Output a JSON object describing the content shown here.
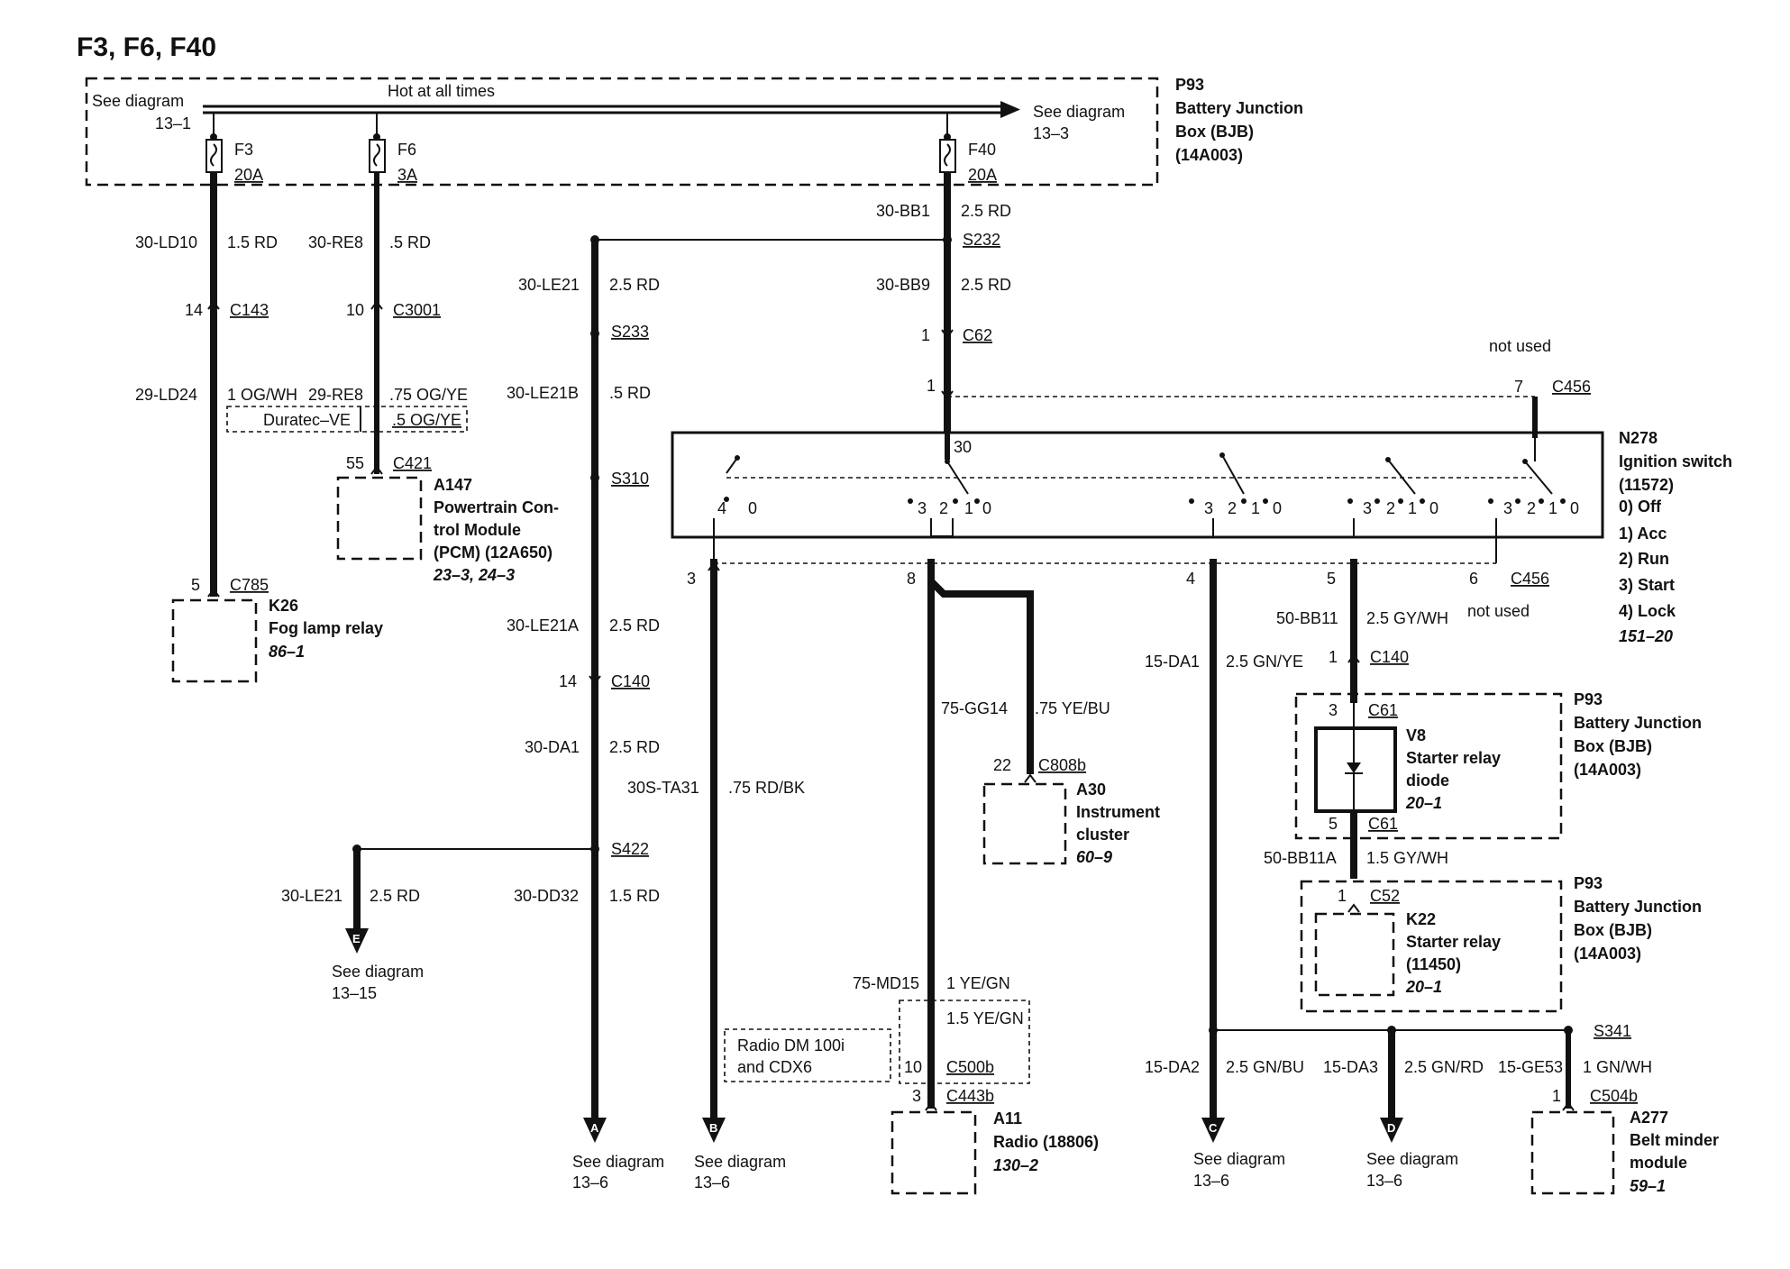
{
  "title": "F3, F6, F40",
  "bjb_top": {
    "name": "P93",
    "lines": [
      "Battery Junction",
      "Box (BJB)",
      "(14A003)"
    ],
    "bus_label": "Hot at all times",
    "left_ref": [
      "See diagram",
      "13–1"
    ],
    "right_ref": [
      "See diagram",
      "13–3"
    ]
  },
  "fuses": [
    {
      "name": "F3",
      "rating": "20A"
    },
    {
      "name": "F6",
      "rating": "3A"
    },
    {
      "name": "F40",
      "rating": "20A"
    }
  ],
  "wires": {
    "ld10": {
      "circuit": "30-LD10",
      "spec": "1.5 RD"
    },
    "re8": {
      "circuit": "30-RE8",
      "spec": ".5 RD"
    },
    "bb1": {
      "circuit": "30-BB1",
      "spec": "2.5 RD"
    },
    "le21": {
      "circuit": "30-LE21",
      "spec": "2.5 RD"
    },
    "bb9": {
      "circuit": "30-BB9",
      "spec": "2.5 RD"
    },
    "ld24": {
      "circuit": "29-LD24",
      "spec": "1 OG/WH"
    },
    "re8b": {
      "circuit": "29-RE8",
      "spec": ".75 OG/YE"
    },
    "duratec": {
      "label": "Duratec–VE",
      "spec": ".5 OG/YE"
    },
    "le21b": {
      "circuit": "30-LE21B",
      "spec": ".5 RD"
    },
    "le21a": {
      "circuit": "30-LE21A",
      "spec": "2.5 RD"
    },
    "da1": {
      "circuit": "30-DA1",
      "spec": "2.5 RD"
    },
    "ta31": {
      "circuit": "30S-TA31",
      "spec": ".75 RD/BK"
    },
    "gg14": {
      "circuit": "75-GG14",
      "spec": ".75 YE/BU"
    },
    "bb11": {
      "circuit": "50-BB11",
      "spec": "2.5 GY/WH"
    },
    "da1b": {
      "circuit": "15-DA1",
      "spec": "2.5 GN/YE"
    },
    "bb11a": {
      "circuit": "50-BB11A",
      "spec": "1.5 GY/WH"
    },
    "le21e": {
      "circuit": "30-LE21",
      "spec": "2.5 RD"
    },
    "dd32": {
      "circuit": "30-DD32",
      "spec": "1.5 RD"
    },
    "md15": {
      "circuit": "75-MD15",
      "spec": "1 YE/GN"
    },
    "md15b": {
      "spec": "1.5 YE/GN"
    },
    "da2": {
      "circuit": "15-DA2",
      "spec": "2.5 GN/BU"
    },
    "da3": {
      "circuit": "15-DA3",
      "spec": "2.5 GN/RD"
    },
    "ge53": {
      "circuit": "15-GE53",
      "spec": "1 GN/WH"
    }
  },
  "splices": [
    "S232",
    "S233",
    "S310",
    "S422",
    "S341"
  ],
  "connectors": {
    "c143": {
      "name": "C143",
      "pin": "14"
    },
    "c3001": {
      "name": "C3001",
      "pin": "10"
    },
    "c62": {
      "name": "C62",
      "pin": "1"
    },
    "c62b": {
      "pin": "1"
    },
    "c456": {
      "name": "C456",
      "pin": "7"
    },
    "c421": {
      "name": "C421",
      "pin": "55"
    },
    "c785": {
      "name": "C785",
      "pin": "5"
    },
    "c140a": {
      "name": "C140",
      "pin": "14"
    },
    "c456b": {
      "name": "C456",
      "pins": [
        "3",
        "8",
        "4",
        "5",
        "6"
      ]
    },
    "c140b": {
      "name": "C140",
      "pin": "1"
    },
    "c61a": {
      "name": "C61",
      "pin": "3"
    },
    "c61b": {
      "name": "C61",
      "pin": "5"
    },
    "c52": {
      "name": "C52",
      "pin": "1"
    },
    "c808b": {
      "name": "C808b",
      "pin": "22"
    },
    "c500b": {
      "name": "C500b",
      "pin": "10"
    },
    "c443b": {
      "name": "C443b",
      "pin": "3"
    },
    "c504b": {
      "name": "C504b",
      "pin": "1"
    }
  },
  "not_used": [
    "not used",
    "not used"
  ],
  "ignition": {
    "name": "N278",
    "lines": [
      "Ignition switch",
      "(11572)"
    ],
    "positions": [
      "0)   Off",
      "1)   Acc",
      "2)   Run",
      "3)   Start",
      "4)   Lock"
    ],
    "ref": "151–20",
    "terminal": "30",
    "contacts": [
      [
        "4",
        "0"
      ],
      [
        "3",
        "2",
        "1",
        "0"
      ],
      [
        "3",
        "2",
        "1",
        "0"
      ],
      [
        "3",
        "2",
        "1",
        "0"
      ],
      [
        "3",
        "2",
        "1",
        "0"
      ]
    ]
  },
  "components": {
    "pcm": {
      "name": "A147",
      "lines": [
        "Powertrain Con-",
        "trol Module",
        "(PCM) (12A650)"
      ],
      "ref": "23–3, 24–3"
    },
    "fog": {
      "name": "K26",
      "lines": [
        "Fog lamp relay"
      ],
      "ref": "86–1"
    },
    "cluster": {
      "name": "A30",
      "lines": [
        "Instrument",
        "cluster"
      ],
      "ref": "60–9"
    },
    "diode": {
      "name": "V8",
      "lines": [
        "Starter relay",
        "diode"
      ],
      "ref": "20–1"
    },
    "bjb2": {
      "name": "P93",
      "lines": [
        "Battery Junction",
        "Box (BJB)",
        "(14A003)"
      ]
    },
    "bjb3": {
      "name": "P93",
      "lines": [
        "Battery Junction",
        "Box (BJB)",
        "(14A003)"
      ]
    },
    "starter": {
      "name": "K22",
      "lines": [
        "Starter relay",
        "(11450)"
      ],
      "ref": "20–1"
    },
    "radio": {
      "name": "A11",
      "lines": [
        "Radio (18806)"
      ],
      "ref": "130–2"
    },
    "radio_opt": {
      "lines": [
        "Radio DM 100i",
        "and CDX6"
      ]
    },
    "belt": {
      "name": "A277",
      "lines": [
        "Belt minder",
        "module"
      ],
      "ref": "59–1"
    }
  },
  "offpage": [
    {
      "letter": "E",
      "ref": [
        "See diagram",
        "13–15"
      ]
    },
    {
      "letter": "A",
      "ref": [
        "See diagram",
        "13–6"
      ]
    },
    {
      "letter": "B",
      "ref": [
        "See diagram",
        "13–6"
      ]
    },
    {
      "letter": "C",
      "ref": [
        "See diagram",
        "13–6"
      ]
    },
    {
      "letter": "D",
      "ref": [
        "See diagram",
        "13–6"
      ]
    }
  ]
}
